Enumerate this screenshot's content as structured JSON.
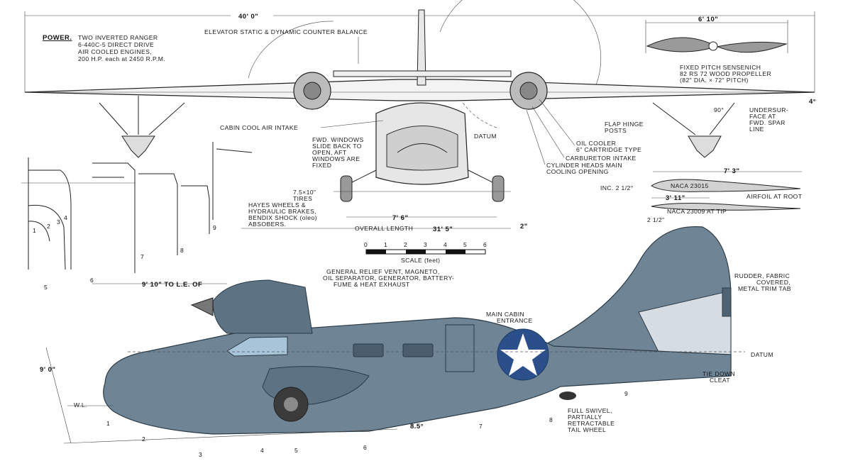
{
  "dims": {
    "span": "40' 0\"",
    "prop_diameter": "6' 10\"",
    "airfoil_chord": "7' 3\"",
    "root_partial": "3' 11\"",
    "tip_offset": "2 1/2\"",
    "incidence": "INC. 2 1/2°",
    "gear_track": "7' 6\"",
    "overall_length_label": "OVERALL LENGTH",
    "overall_length": "31' 5\"",
    "small_2": "2\"",
    "height": "9' 0\"",
    "le_dim": "9' 10\" TO L.E. OF",
    "step_85": "8.5°",
    "angle_90": "90°",
    "dim_4": "4°",
    "wl": "W.L."
  },
  "labels": {
    "power": "POWER.",
    "power_text": [
      "TWO INVERTED RANGER",
      "6-440C-5 DIRECT DRIVE",
      "AIR COOLED ENGINES,",
      "200 H.P. each at 2450 R.P.M."
    ],
    "elevator": "ELEVATOR STATIC & DYNAMIC COUNTER BALANCE",
    "propeller": [
      "FIXED PITCH SENSENICH",
      "82 RS 72 WOOD PROPELLER",
      "(82\" DIA. × 72\" PITCH)"
    ],
    "undersurface": [
      "UNDERSUR-",
      "FACE AT",
      "FWD. SPAR",
      "LINE"
    ],
    "flap_hinge": [
      "FLAP HINGE",
      "POSTS"
    ],
    "oil_cooler": [
      "OIL COOLER",
      "6\" CARTRIDGE TYPE"
    ],
    "carburetor": "CARBURETOR INTAKE",
    "cyl_heads": [
      "CYLINDER HEADS MAIN",
      "COOLING OPENING"
    ],
    "cabin_cool": "CABIN COOL AIR INTAKE",
    "fwd_windows": [
      "FWD. WINDOWS",
      "SLIDE BACK TO",
      "OPEN, AFT",
      "WINDOWS ARE",
      "FIXED"
    ],
    "datum": "DATUM",
    "tires": [
      "7.5×10\"",
      "TIRES"
    ],
    "hayes": [
      "HAYES WHEELS &",
      "HYDRAULIC BRAKES,",
      "BENDIX SHOCK (oleo)",
      "ABSOBERS."
    ],
    "naca_root": "NACA 23015",
    "airfoil_root": "AIRFOIL AT ROOT",
    "naca_tip": "NACA 23009 AT TIP",
    "scale_label": "SCALE (feet)",
    "scale_ticks": [
      "0",
      "1",
      "2",
      "3",
      "4",
      "5",
      "6"
    ],
    "relief_vent": [
      "GENERAL RELIEF VENT, MAGNETO,",
      "OIL SEPARATOR, GENERATOR, BATTERY-",
      "FUME & HEAT EXHAUST"
    ],
    "main_cabin": [
      "MAIN CABIN",
      "ENTRANCE"
    ],
    "rudder": [
      "RUDDER, FABRIC",
      "COVERED,",
      "METAL TRIM TAB"
    ],
    "datum_side": "DATUM",
    "tie_down": [
      "TIE DOWN",
      "CLEAT"
    ],
    "tail_wheel": [
      "FULL SWIVEL,",
      "PARTIALLY",
      "RETRACTABLE",
      "TAIL WHEEL"
    ],
    "station_nums": [
      "1",
      "2",
      "3",
      "4",
      "5",
      "6",
      "7",
      "8",
      "9"
    ],
    "section_nums": [
      "1",
      "2",
      "3",
      "4",
      "5",
      "6",
      "7",
      "8",
      "9"
    ]
  },
  "colors": {
    "fuselage": "#6f8596",
    "fuselage_dark": "#4f6373",
    "insignia": "#2a4f8a",
    "line": "#222222"
  }
}
